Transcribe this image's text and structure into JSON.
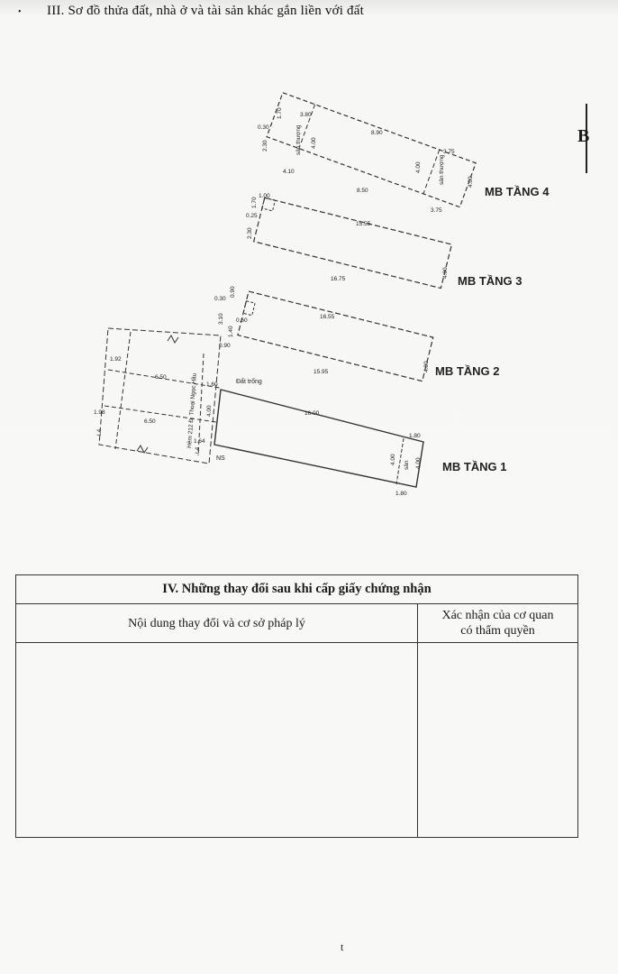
{
  "header": {
    "section_title": "III. Sơ đồ thửa đất, nhà ở và tài sản khác gắn liền với đất"
  },
  "north_label": "B",
  "plan": {
    "floors": [
      {
        "label": "MB TẦNG 4",
        "dims": [
          "3.80",
          "0.30",
          "1.70",
          "2.30",
          "4.10",
          "4.00",
          "8.90",
          "8.50",
          "3.75",
          "4.00",
          "3.75",
          "4.00"
        ],
        "rooms": [
          "sân thượng",
          "sân thượng"
        ]
      },
      {
        "label": "MB TẦNG 3",
        "dims": [
          "1.00",
          "0.25",
          "1.70",
          "2.30",
          "15.55",
          "16.75",
          "4.00"
        ]
      },
      {
        "label": "MB TẦNG 2",
        "dims": [
          "0.30",
          "0.90",
          "3.10",
          "0.60",
          "1.40",
          "0.90",
          "16.55",
          "15.95",
          "4.00"
        ]
      },
      {
        "label": "MB TẦNG 1",
        "dims": [
          "1.92",
          "6.50",
          "1.60",
          "1.98",
          "6.50",
          "1.64",
          "4.00",
          "16.00",
          "1.80",
          "4.00",
          "1.80",
          "4.00",
          "L4",
          "L4"
        ],
        "rooms": [
          "sân"
        ],
        "notes": [
          "Đất trống",
          "NS"
        ],
        "street": "Hẻm 212 Đ. Thoại Ngọc Hầu"
      }
    ]
  },
  "table": {
    "title": "IV. Những thay đổi sau khi cấp giấy chứng nhận",
    "col1": "Nội dung thay đổi và cơ sở pháp lý",
    "col2_line1": "Xác nhận của cơ quan",
    "col2_line2": "có thẩm quyền"
  },
  "footer_mark": "t"
}
